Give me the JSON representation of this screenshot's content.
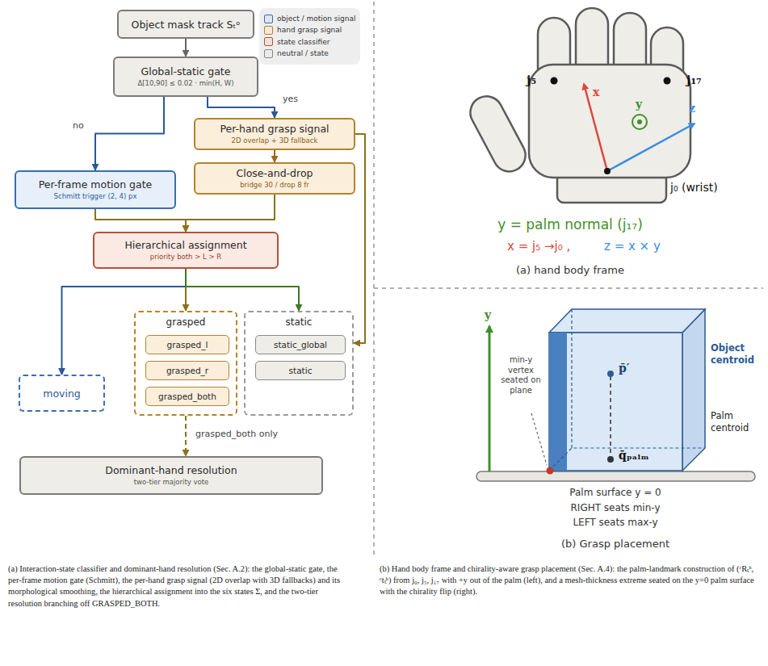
{
  "diagram": {
    "caption": "(a) Interaction-state classifier and dominant-hand resolution (Sec. A.2): the global-static gate, the per-frame motion gate (Schmitt), the per-hand grasp signal (2D overlap with 3D fallbacks) and its morphological smoothing, the hierarchical assignment into the six states Σ, and the two-tier resolution branching off GRASPED_BOTH.",
    "nodes": [
      {
        "text": [
          "Object mask track Sₜᵒ"
        ]
      },
      {
        "text": [
          "Global-static gate",
          "Δ[10,90] ≤ 0.02 · min(H, W)"
        ]
      },
      {
        "text": [
          "Per-hand grasp signal",
          "2D overlap + 3D fallback"
        ]
      },
      {
        "text": [
          "Per-frame motion gate",
          "Schmitt trigger (2, 4) px"
        ]
      },
      {
        "text": [
          "Close-and-drop",
          "bridge 30 / drop 8 fr"
        ]
      },
      {
        "text": [
          "Hierarchical assignment",
          "priority both > L > R"
        ]
      },
      {
        "text": [
          "moving"
        ]
      },
      {
        "text": [
          "grasped"
        ]
      },
      {
        "text": [
          "grasped_l"
        ],
        "in": 7
      },
      {
        "text": [
          "grasped_r"
        ],
        "in": 7
      },
      {
        "text": [
          "grasped_both"
        ],
        "in": 7
      },
      {
        "text": [
          "static"
        ]
      },
      {
        "text": [
          "static_global"
        ],
        "in": 11
      },
      {
        "text": [
          "static"
        ],
        "in": 11
      },
      {
        "text": [
          "Dominant-hand resolution",
          "two-tier majority vote"
        ]
      }
    ],
    "edges": [
      {
        "from": 0,
        "to": 1,
        "arrow": "to"
      },
      {
        "from": 1,
        "to": 3,
        "label": "no",
        "arrow": "to"
      },
      {
        "from": 1,
        "to": 2,
        "label": "yes",
        "arrow": "to"
      },
      {
        "from": 2,
        "to": 4,
        "arrow": "to"
      },
      {
        "from": 3,
        "to": 5,
        "arrow": "to"
      },
      {
        "from": 4,
        "to": 5,
        "arrow": "to"
      },
      {
        "from": 2,
        "to": 11,
        "arrow": "to"
      },
      {
        "from": 5,
        "to": 6,
        "arrow": "to"
      },
      {
        "from": 5,
        "to": 7,
        "arrow": "to"
      },
      {
        "from": 5,
        "to": 11,
        "arrow": "to"
      },
      {
        "from": 7,
        "to": 14,
        "label": "grasped_both only",
        "arrow": "to"
      }
    ],
    "labels": [
      "j₅",
      "j₁₇",
      "x",
      "y",
      "z",
      "j₀ (wrist)",
      "y = palm normal (j₁₇)",
      "x = j₅ →j₀ ,",
      "z = x × y",
      "(a) hand body frame",
      "y",
      "min-y vertex seated on plane",
      "p̄′",
      "Object centroid",
      "q̄ₚₐₗₘ",
      "Palm centroid",
      "Palm surface y = 0",
      "RIGHT seats min-y",
      "LEFT seats max-y",
      "(b) Grasp placement",
      "(b) Hand body frame and chirality-aware grasp placement (Sec. A.4): the palm-landmark construction of (ᶜRₜʰ, ᶜtₜʰ) from j₀, j₅, j₁₇ with +y out of the palm (left), and a mesh-thickness extreme seated on the y=0 palm surface with the chirality flip (right)."
    ],
    "legend": [
      {
        "text": "object / motion signal",
        "color": "#3a6db5"
      },
      {
        "text": "hand grasp signal",
        "color": "#b5832c"
      },
      {
        "text": "state classifier",
        "color": "#b5503a"
      },
      {
        "text": "neutral / state",
        "color": "#888888"
      }
    ]
  }
}
